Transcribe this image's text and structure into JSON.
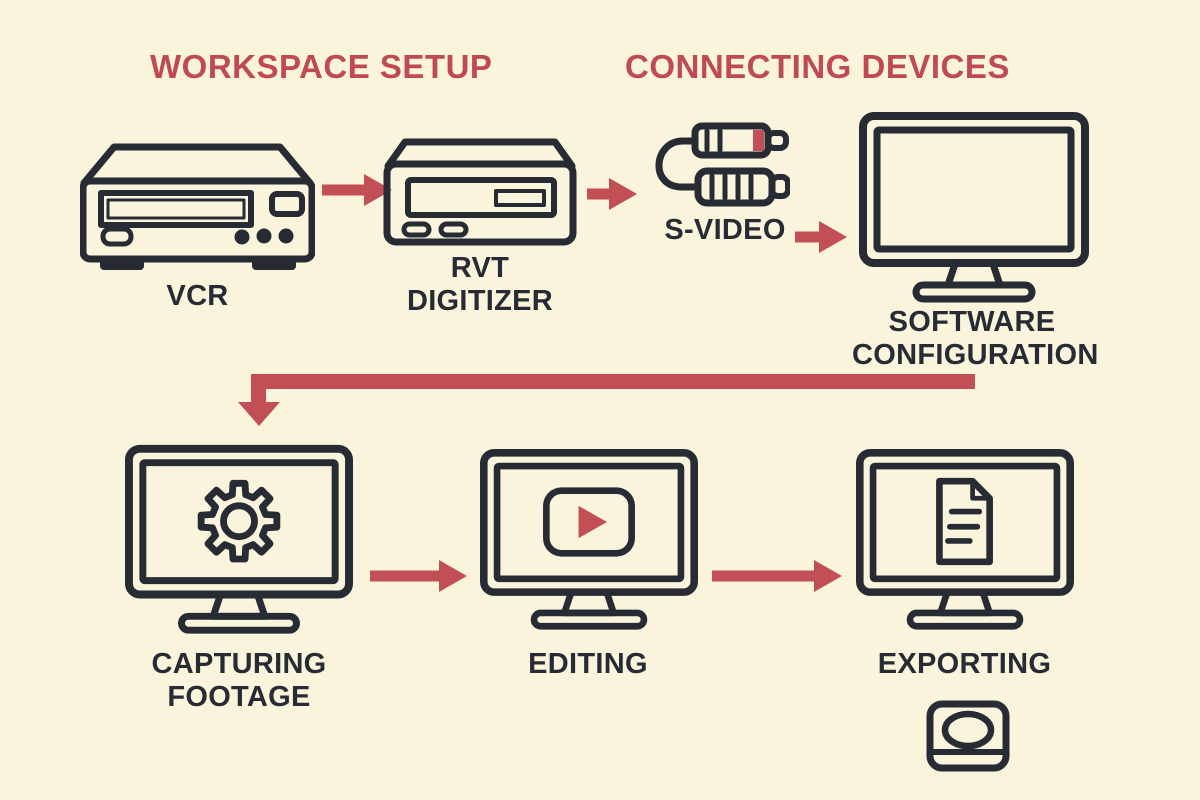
{
  "colors": {
    "background": "#faf4dc",
    "ink": "#272b33",
    "accent_red": "#c24e56",
    "heading_red": "#c04a54"
  },
  "headings": {
    "workspace": "WORKSPACE SETUP",
    "connecting": "CONNECTING DEVICES"
  },
  "nodes": {
    "vcr": {
      "label": "VCR",
      "icon": "vcr-icon"
    },
    "digitizer": {
      "line1": "RVT",
      "line2": "DIGITIZER",
      "icon": "digitizer-box-icon"
    },
    "svideo": {
      "label": "S-VIDEO",
      "icon": "svideo-cable-icon"
    },
    "software": {
      "line1": "SOFTWARE",
      "line2": "CONFIGURATION",
      "icon": "monitor-icon"
    },
    "capturing": {
      "line1": "CAPTURING",
      "line2": "FOOTAGE",
      "icon": "monitor-gear-icon"
    },
    "editing": {
      "label": "EDITING",
      "icon": "monitor-play-icon"
    },
    "exporting": {
      "label": "EXPORTING",
      "icon": "monitor-document-icon"
    },
    "media": {
      "icon": "media-disc-icon"
    }
  },
  "flow": [
    "VCR -> RVT DIGITIZER",
    "RVT DIGITIZER -> S-VIDEO",
    "S-VIDEO -> SOFTWARE CONFIGURATION",
    "SOFTWARE CONFIGURATION -> CAPTURING FOOTAGE",
    "CAPTURING FOOTAGE -> EDITING",
    "EDITING -> EXPORTING"
  ]
}
